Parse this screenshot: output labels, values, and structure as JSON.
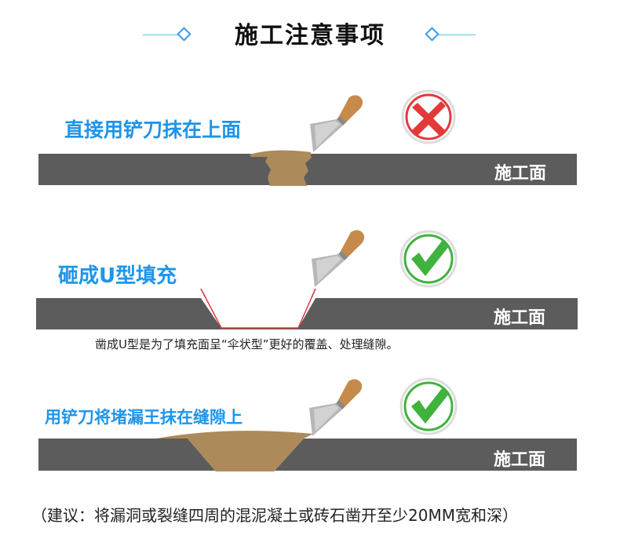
{
  "header": {
    "title": "施工注意事项"
  },
  "sections": [
    {
      "label": "直接用铲刀抹在上面",
      "surface": "施工面",
      "verdict": "wrong"
    },
    {
      "label": "砸成U型填充",
      "surface": "施工面",
      "verdict": "correct",
      "note": "凿成U型是为了填充面呈“伞状型”更好的覆盖、处理缝隙。"
    },
    {
      "label": "用铲刀将堵漏王抹在缝隙上",
      "surface": "施工面",
      "verdict": "correct"
    }
  ],
  "footer": {
    "note": "（建议：将漏洞或裂缝四周的混泥凝土或砖石凿开至少20MM宽和深）"
  },
  "colors": {
    "slab": "#5c5c5c",
    "filler": "#ad8a5a",
    "accent_blue": "#1e95ea",
    "wrong_red": "#e23a3a",
    "correct_green": "#3fb33d"
  },
  "icons": [
    "cross-mark-icon",
    "check-mark-icon",
    "putty-knife-icon"
  ]
}
